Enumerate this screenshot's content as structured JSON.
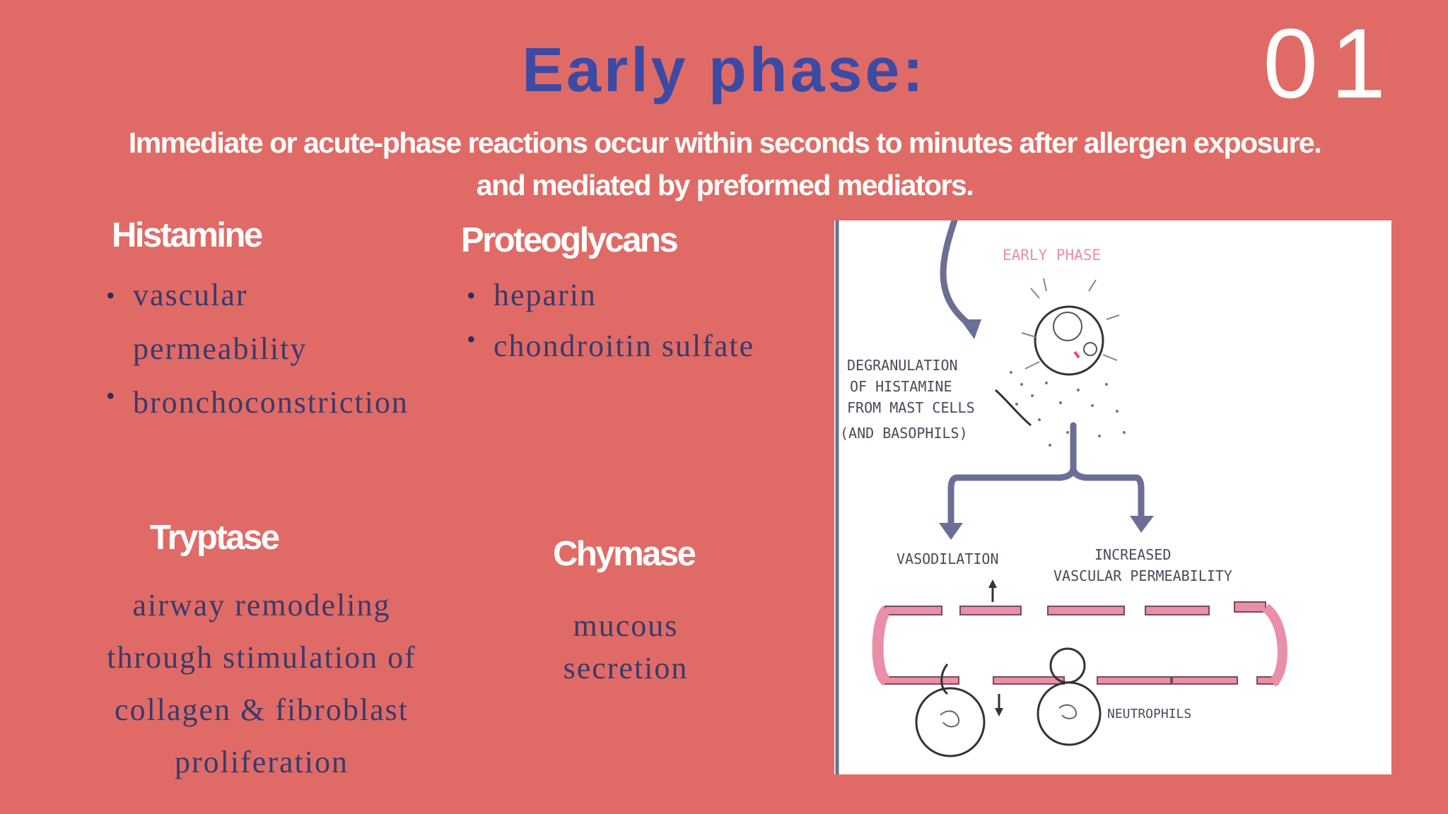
{
  "slide_number": "01",
  "title": "Early phase:",
  "subtitle_line1": "Immediate or acute-phase reactions occur within seconds to minutes after allergen exposure.",
  "subtitle_line2": "and mediated by preformed mediators.",
  "histamine": {
    "heading": "Histamine",
    "items": [
      "vascular",
      "permeability",
      "bronchoconstriction"
    ]
  },
  "proteoglycans": {
    "heading": "Proteoglycans",
    "items": [
      "heparin",
      "chondroitin sulfate"
    ]
  },
  "tryptase": {
    "heading": "Tryptase",
    "lines": [
      "airway remodeling",
      "through  stimulation of",
      "collagen &  fibroblast",
      "proliferation"
    ]
  },
  "chymase": {
    "heading": "Chymase",
    "lines": [
      "mucous",
      "secretion"
    ]
  },
  "diagram": {
    "header": "EARLY PHASE",
    "degranulation": [
      "DEGRANULATION",
      "OF HISTAMINE",
      "FROM MAST CELLS",
      "(AND BASOPHILS)"
    ],
    "vasodilation": "VASODILATION",
    "increased": [
      "INCREASED",
      "VASCULAR PERMEABILITY"
    ],
    "neutrophils": "NEUTROPHILS",
    "colors": {
      "vessel": "#e98fa7",
      "arrow": "#6b6f96",
      "ink": "#4a4a5a"
    }
  },
  "colors": {
    "background": "#e06b66",
    "title": "#3c4aa3",
    "body": "#3a3a6a"
  }
}
